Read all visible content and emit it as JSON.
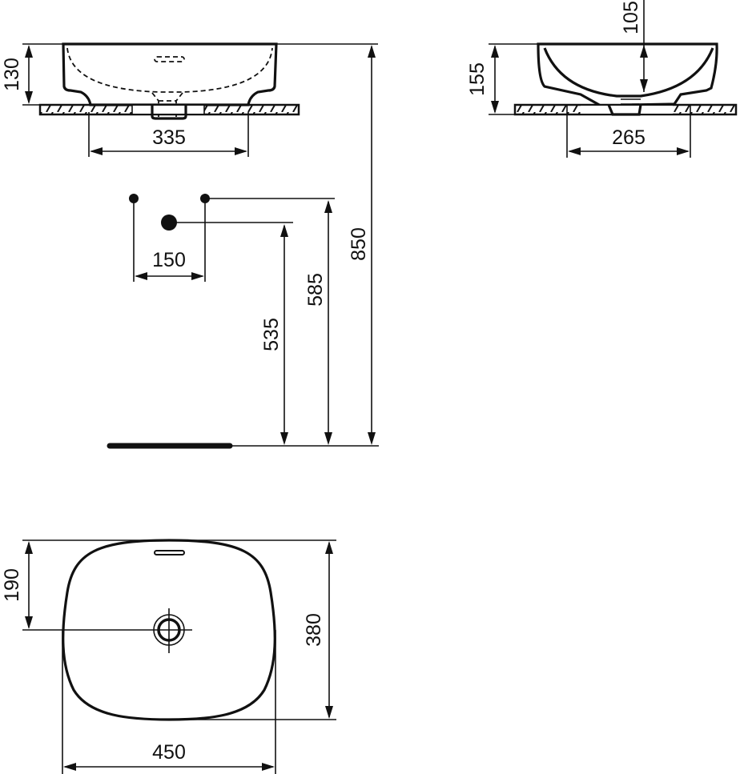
{
  "drawing": {
    "type": "technical dimension drawing",
    "subject": "countertop washbasin",
    "line_color": "#111111",
    "background": "#ffffff"
  },
  "front_view": {
    "basin_height": "130",
    "fixing_width": "335"
  },
  "side_view": {
    "inner_depth": "105",
    "total_height": "155",
    "base_width": "265"
  },
  "installation": {
    "tap_spacing": "150",
    "waste_height": "535",
    "supply_height": "585",
    "rim_height": "850"
  },
  "plan_view": {
    "waste_offset": "190",
    "depth": "380",
    "width": "450"
  }
}
